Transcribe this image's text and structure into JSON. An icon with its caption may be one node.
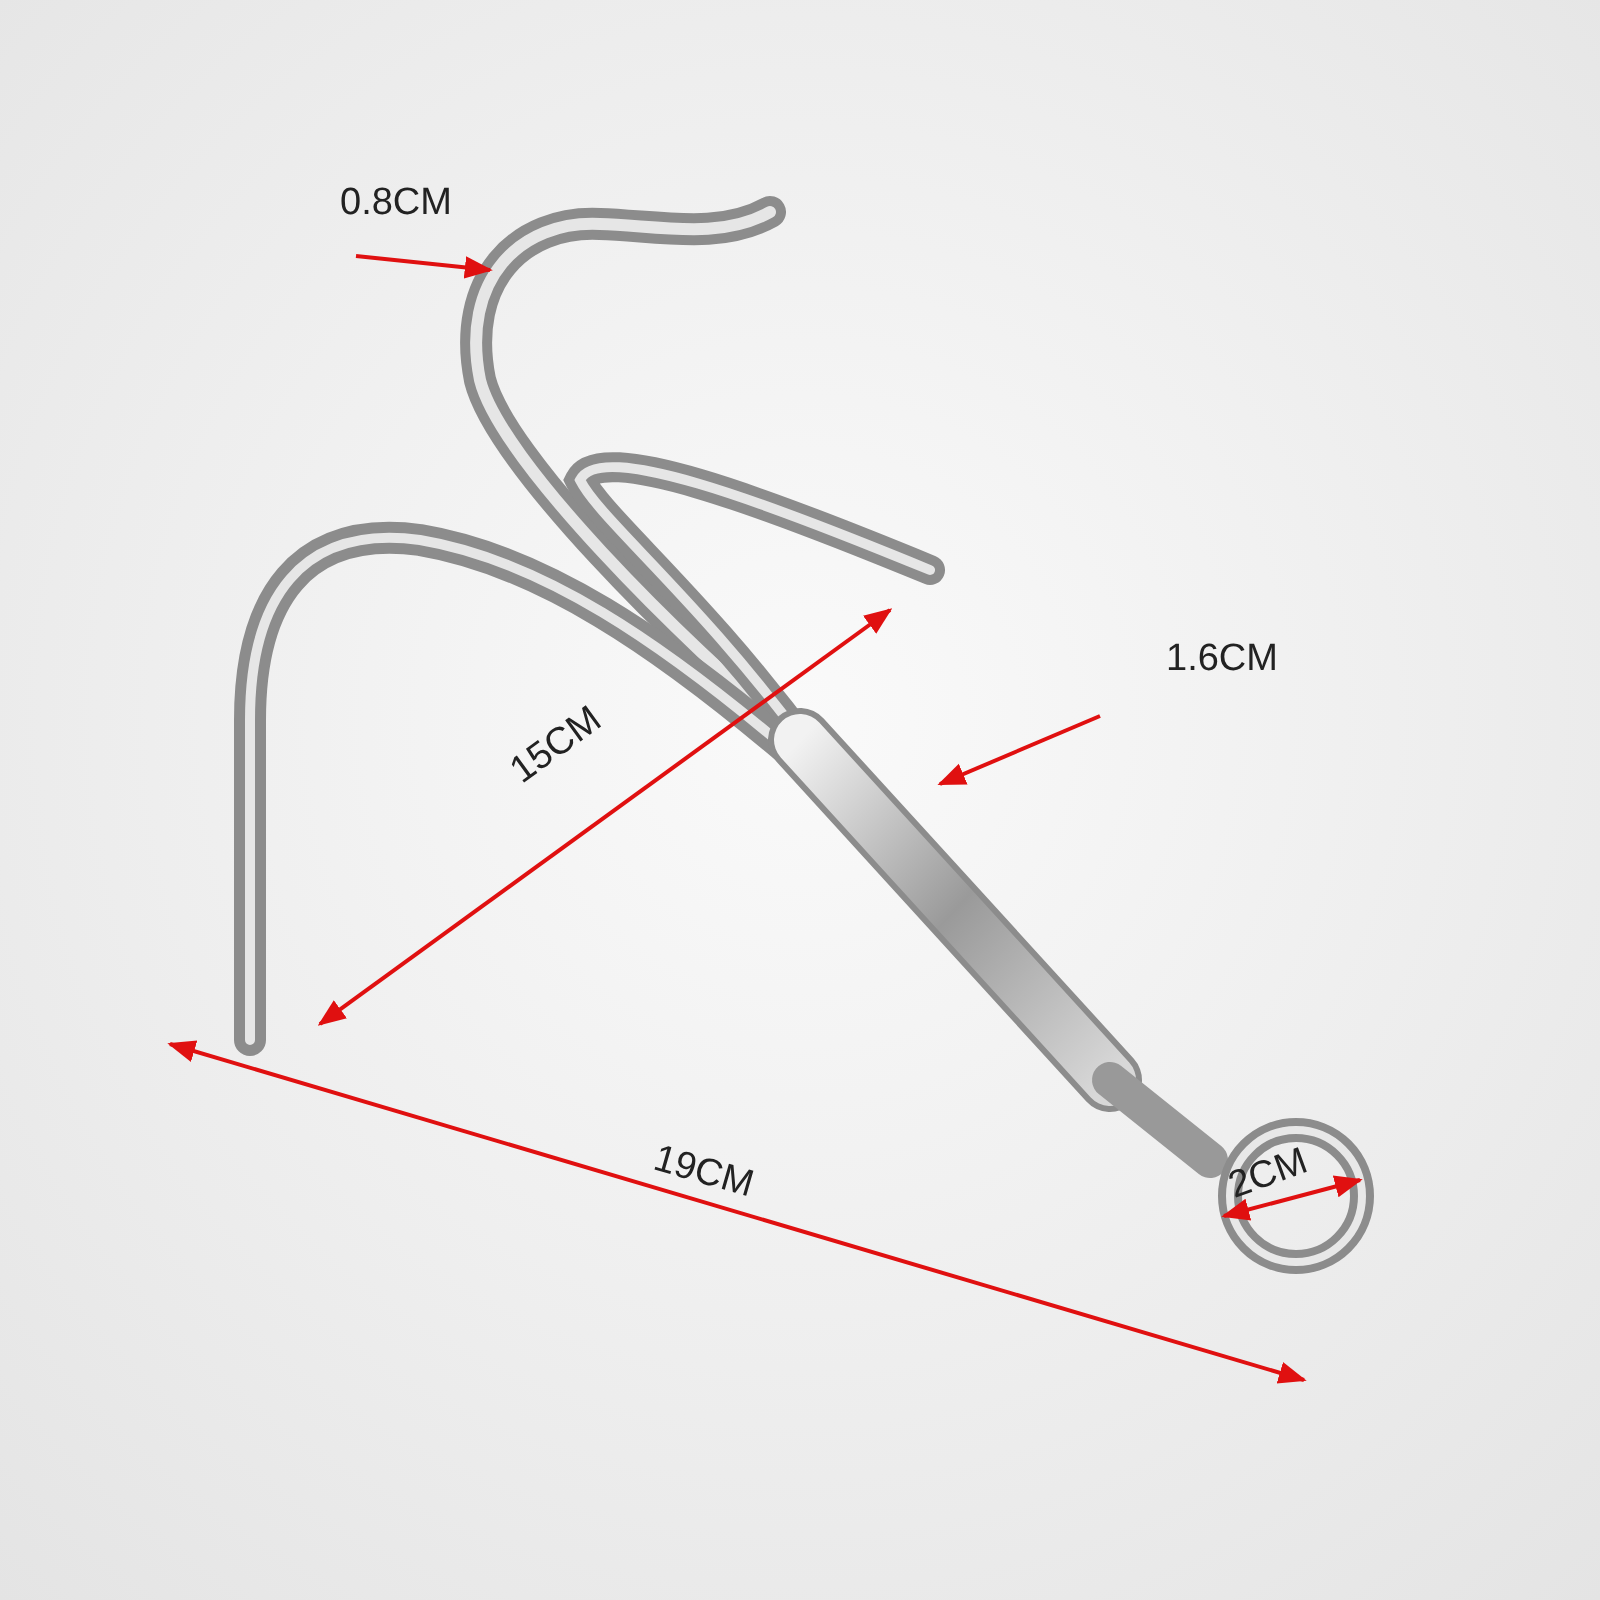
{
  "diagram": {
    "labels": [
      "0.8CM",
      "1.6CM",
      "15CM",
      "19CM",
      "2CM"
    ]
  }
}
